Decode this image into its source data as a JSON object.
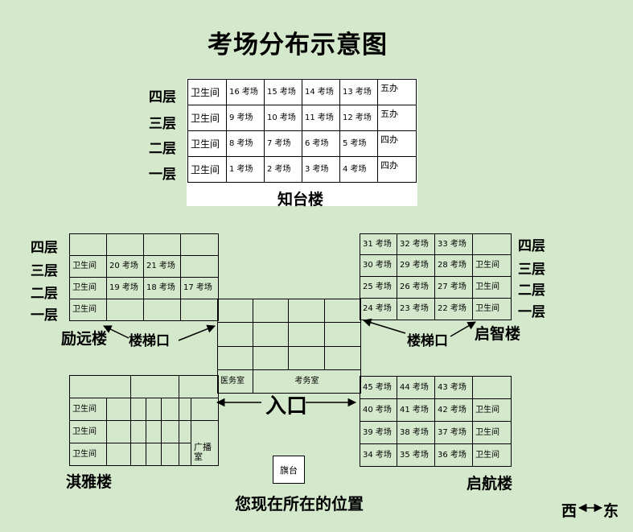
{
  "title": "考场分布示意图",
  "zhitai": {
    "name": "知台楼",
    "floors": [
      "四层",
      "三层",
      "二层",
      "一层"
    ],
    "rows": [
      [
        "卫生间",
        "16 考场",
        "15 考场",
        "14 考场",
        "13 考场",
        "五办"
      ],
      [
        "卫生间",
        "9 考场",
        "10 考场",
        "11 考场",
        "12 考场",
        "五办"
      ],
      [
        "卫生间",
        "8 考场",
        "7 考场",
        "6 考场",
        "5 考场",
        "四办"
      ],
      [
        "卫生间",
        "1 考场",
        "2 考场",
        "3 考场",
        "4 考场",
        "四办"
      ]
    ]
  },
  "liyuan": {
    "name": "励远楼",
    "floors": [
      "四层",
      "三层",
      "二层",
      "一层"
    ],
    "rows": [
      [
        "",
        "",
        "",
        ""
      ],
      [
        "卫生间",
        "20 考场",
        "21 考场",
        ""
      ],
      [
        "卫生间",
        "19 考场",
        "18 考场",
        "17 考场"
      ],
      [
        "卫生间",
        "",
        "",
        ""
      ]
    ]
  },
  "qizhi": {
    "name": "启智楼",
    "floors": [
      "四层",
      "三层",
      "二层",
      "一层"
    ],
    "rows": [
      [
        "31 考场",
        "32 考场",
        "33 考场",
        ""
      ],
      [
        "30 考场",
        "29 考场",
        "28 考场",
        "卫生间"
      ],
      [
        "25 考场",
        "26 考场",
        "27 考场",
        "卫生间"
      ],
      [
        "24 考场",
        "23 考场",
        "22 考场",
        "卫生间"
      ]
    ]
  },
  "qihang": {
    "name": "启航楼",
    "rows": [
      [
        "45 考场",
        "44 考场",
        "43 考场",
        ""
      ],
      [
        "40 考场",
        "41 考场",
        "42 考场",
        "卫生间"
      ],
      [
        "39 考场",
        "38 考场",
        "37 考场",
        "卫生间"
      ],
      [
        "34 考场",
        "35 考场",
        "36 考场",
        "卫生间"
      ]
    ]
  },
  "qiya": {
    "name": "淇雅楼",
    "restrooms": [
      "卫生间",
      "卫生间",
      "卫生间"
    ],
    "broadcast_room": "广播室"
  },
  "center": {
    "clinic": "医务室",
    "exam_office": "考务室"
  },
  "stairs_label": "楼梯口",
  "entrance_label": "入口",
  "flag_label": "旗台",
  "you_are_here": "您现在所在的位置",
  "compass": {
    "west": "西",
    "east": "东"
  }
}
